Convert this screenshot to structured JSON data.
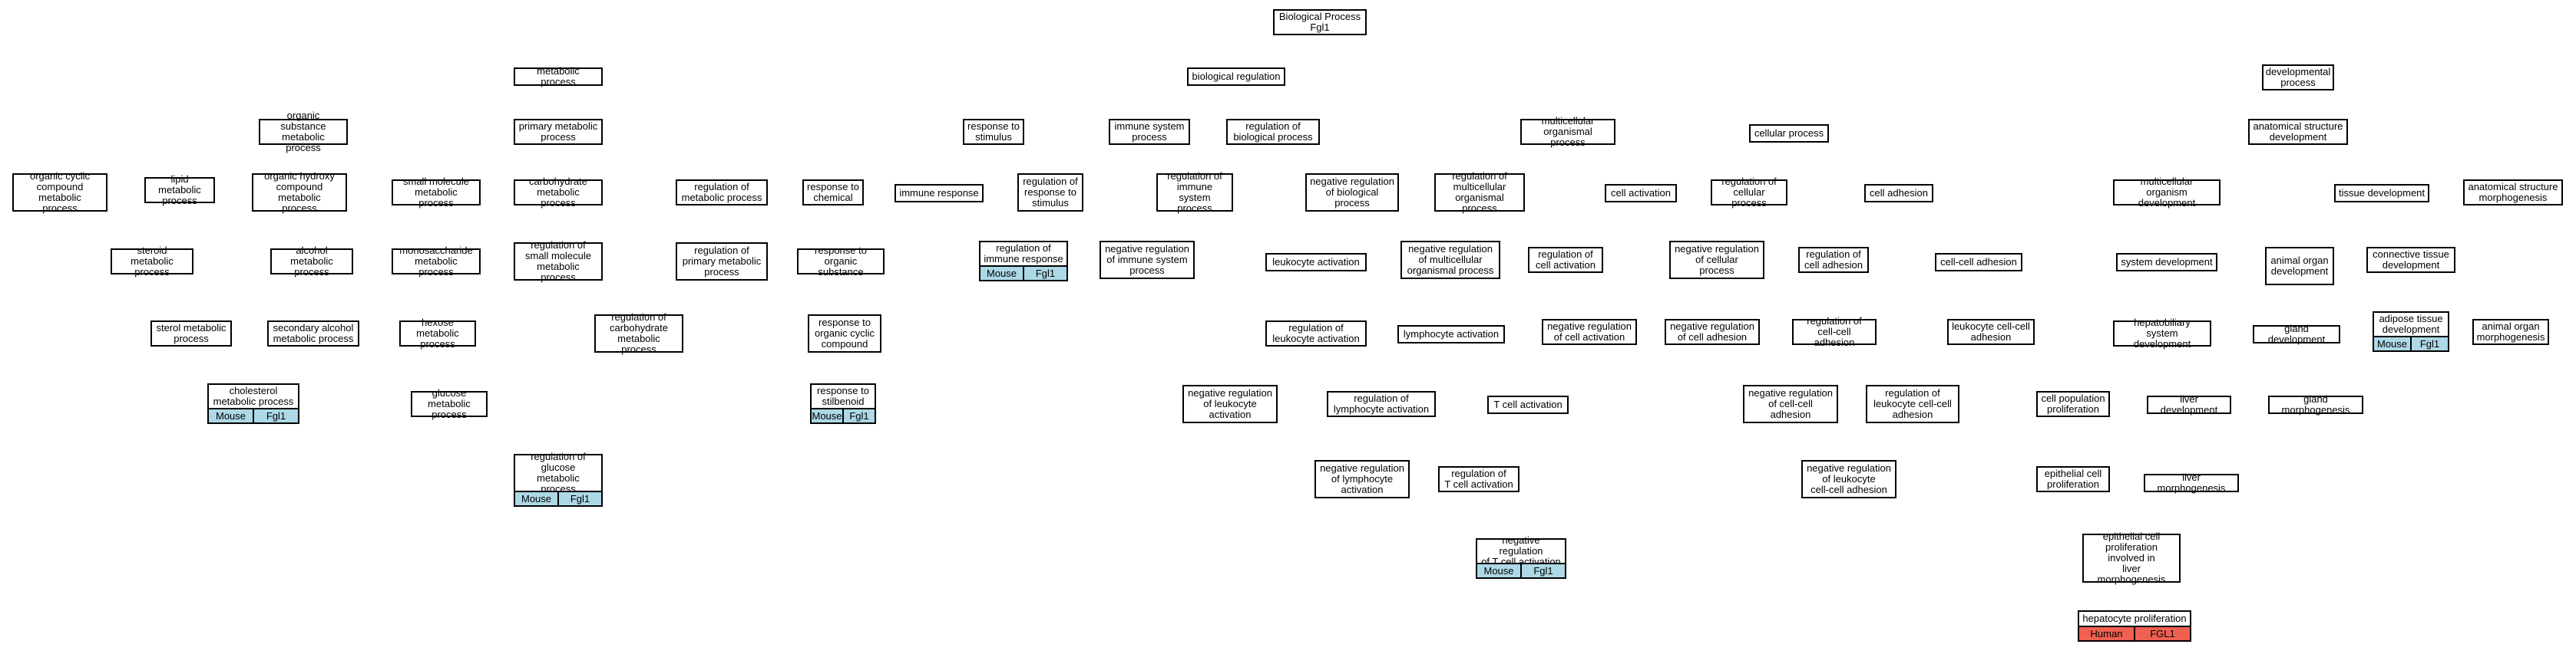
{
  "colors": {
    "gray_edge": "#bbbbbb",
    "black_edge": "#000000",
    "red_edge": "#b22222",
    "blue_edge": "#0000cc",
    "mouse_tag": "#add8e6",
    "human_tag": "#f06050"
  },
  "nodes": {
    "bp": "Biological Process\nFgl1",
    "metabolic": "metabolic process",
    "org_sub_met": "organic substance\nmetabolic process",
    "org_cyclic": "organic cyclic\ncompound metabolic\nprocess",
    "lipid_met": "lipid metabolic\nprocess",
    "org_hydroxy": "organic hydroxy\ncompound metabolic\nprocess",
    "steroid_met": "steroid metabolic\nprocess",
    "alcohol_met": "alcohol metabolic\nprocess",
    "sterol_met": "sterol metabolic\nprocess",
    "sec_alcohol": "secondary alcohol\nmetabolic process",
    "cholesterol": "cholesterol\nmetabolic process",
    "primary_met": "primary metabolic\nprocess",
    "small_mol": "small molecule\nmetabolic process",
    "carb_met": "carbohydrate\nmetabolic process",
    "mono_met": "monosaccharide\nmetabolic process",
    "hexose": "hexose metabolic\nprocess",
    "glucose": "glucose metabolic\nprocess",
    "reg_small": "regulation of\nsmall molecule\nmetabolic process",
    "reg_carb": "regulation of\ncarbohydrate\nmetabolic process",
    "reg_glucose": "regulation of\nglucose metabolic\nprocess",
    "reg_met": "regulation of\nmetabolic process",
    "reg_prim": "regulation of\nprimary metabolic\nprocess",
    "resp_stim": "response to\nstimulus",
    "resp_chem": "response to\nchemical",
    "resp_org_sub": "response to\norganic substance",
    "resp_cyclic": "response to\norganic cyclic\ncompound",
    "resp_stilb": "response to\nstilbenoid",
    "immune_resp": "immune response",
    "reg_resp_stim": "regulation of\nresponse to\nstimulus",
    "reg_immune_resp": "regulation of\nimmune response",
    "imm_sys": "immune system\nprocess",
    "reg_imm_sys": "regulation of\nimmune system\nprocess",
    "neg_reg_imm": "negative regulation\nof immune system\nprocess",
    "bio_reg": "biological regulation",
    "reg_bio": "regulation of\nbiological process",
    "neg_reg_bio": "negative regulation\nof biological\nprocess",
    "leuk_act": "leukocyte activation",
    "reg_leuk_act": "regulation of\nleukocyte activation",
    "neg_reg_leuk": "negative regulation\nof leukocyte\nactivation",
    "lymph_act": "lymphocyte activation",
    "reg_lymph": "regulation of\nlymphocyte activation",
    "neg_reg_lymph": "negative regulation\nof lymphocyte\nactivation",
    "tcell_act": "T cell activation",
    "reg_tcell": "regulation of\nT cell activation",
    "neg_reg_tcell": "negative regulation\nof T cell activation",
    "multi_org": "multicellular\norganismal process",
    "reg_multi": "regulation of\nmulticellular\norganismal process",
    "neg_reg_multi": "negative regulation\nof multicellular\norganismal process",
    "cell_proc": "cellular process",
    "cell_act": "cell activation",
    "reg_cell_act": "regulation of\ncell activation",
    "neg_reg_cell_act": "negative regulation\nof cell activation",
    "reg_cell_proc": "regulation of\ncellular process",
    "neg_reg_cell_proc": "negative regulation\nof cellular\nprocess",
    "cell_adh": "cell adhesion",
    "reg_cell_adh": "regulation of\ncell adhesion",
    "neg_reg_cell_adh": "negative regulation\nof cell adhesion",
    "cc_adh": "cell-cell adhesion",
    "reg_cc_adh": "regulation of\ncell-cell adhesion",
    "neg_reg_cc_adh": "negative regulation\nof cell-cell\nadhesion",
    "leuk_cc_adh": "leukocyte cell-cell\nadhesion",
    "reg_leuk_cc_adh": "regulation of\nleukocyte cell-cell\nadhesion",
    "neg_reg_leuk_cc_adh": "negative regulation\nof leukocyte\ncell-cell adhesion",
    "cell_pop_prolif": "cell population\nproliferation",
    "epi_prolif": "epithelial cell\nproliferation",
    "epi_prolif_liver": "epithelial cell\nproliferation\ninvolved in\nliver morphogenesis",
    "hep_prolif": "hepatocyte proliferation",
    "dev_proc": "developmental\nprocess",
    "anat_dev": "anatomical structure\ndevelopment",
    "multi_org_dev": "multicellular\norganism development",
    "sys_dev": "system development",
    "hepato_dev": "hepatobiliary\nsystem development",
    "liver_dev": "liver development",
    "liver_morph": "liver morphogenesis",
    "tissue_dev": "tissue development",
    "conn_tissue": "connective tissue\ndevelopment",
    "adipose": "adipose tissue\ndevelopment",
    "animal_organ_dev": "animal organ\ndevelopment",
    "gland_dev": "gland development",
    "gland_morph": "gland morphogenesis",
    "animal_organ_morph": "animal organ\nmorphogenesis",
    "anat_morph": "anatomical structure\nmorphogenesis"
  },
  "tags": {
    "mouse": "Mouse",
    "human": "Human",
    "gene_mouse": "Fgl1",
    "gene_human": "FGL1"
  }
}
